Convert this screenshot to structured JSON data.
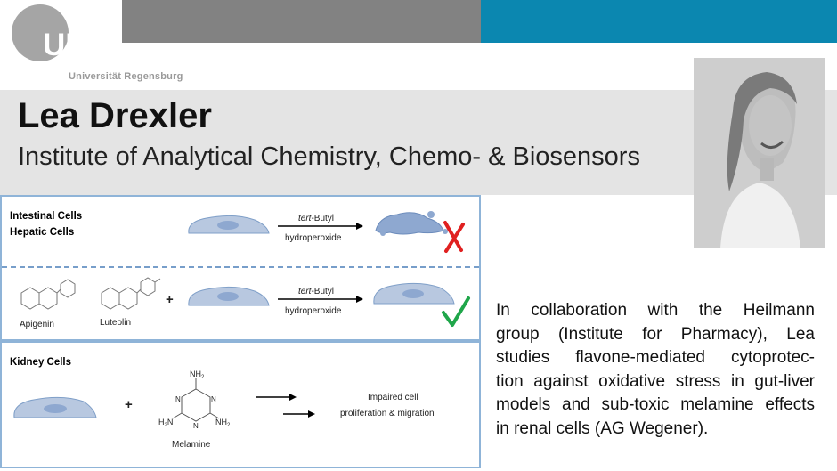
{
  "logo": {
    "letters": "UR",
    "subtitle": "Universität Regensburg"
  },
  "header": {
    "name": "Lea Drexler",
    "institute": "Institute of Analytical Chemistry, Chemo- & Biosensors"
  },
  "colors": {
    "top_gray": "#828282",
    "top_blue": "#0b87b0",
    "band": "#e4e4e4",
    "panel_border": "#8fb4d8",
    "cell_fill": "#b8c8e0",
    "cross": "#e02020",
    "check": "#1fa64a"
  },
  "panel1": {
    "label_line1": "Intestinal Cells",
    "label_line2": "Hepatic Cells",
    "agent_italic": "tert",
    "agent_rest": "-Butyl",
    "agent_line2": "hydroperoxide",
    "result_icon": "cross-mark-icon"
  },
  "panel2": {
    "compound1": "Apigenin",
    "compound2": "Luteolin",
    "plus": "+",
    "agent_italic": "tert",
    "agent_rest": "-Butyl",
    "agent_line2": "hydroperoxide",
    "result_icon": "check-mark-icon"
  },
  "panel3": {
    "label": "Kidney Cells",
    "plus": "+",
    "compound": "Melamine",
    "nh2": "NH",
    "nh2_sub": "2",
    "h2n": "H",
    "h2n_sub": "2",
    "h2n_n": "N",
    "ring_n": "N",
    "result_line1": "Impaired cell",
    "result_line2": "proliferation & migration"
  },
  "description": [
    "In collaboration with the Heilmann",
    "group (Institute for Pharmacy), Lea",
    "studies flavone-mediated cytoprotec-",
    "tion against oxidative stress in gut-liver",
    "models and sub-toxic melamine effects",
    "in renal cells (AG Wegener)."
  ]
}
